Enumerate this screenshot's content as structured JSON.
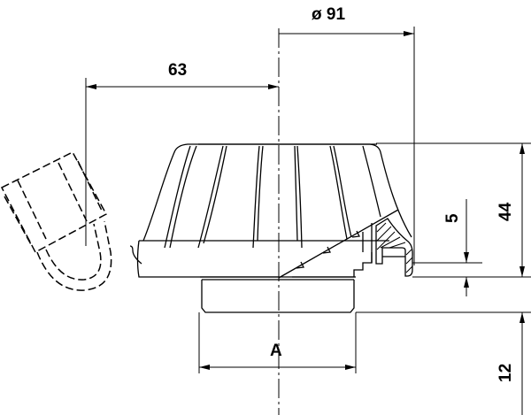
{
  "drawing": {
    "dimensions": {
      "diameter": "ø 91",
      "offset": "63",
      "gap": "5",
      "height": "44",
      "base_diameter": "A",
      "base_height": "12"
    },
    "line_color": "#000000",
    "background": "#ffffff"
  }
}
